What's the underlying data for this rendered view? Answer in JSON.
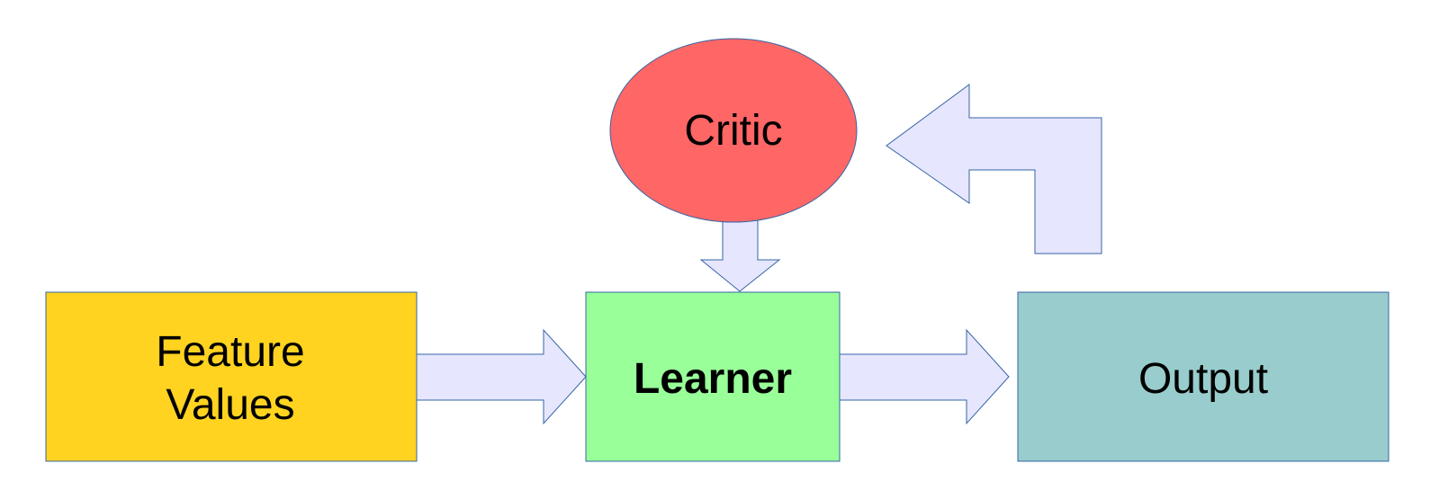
{
  "nodes": {
    "feature_values": {
      "line1": "Feature",
      "line2": "Values",
      "color": "#ffd320"
    },
    "learner": {
      "label": "Learner",
      "color": "#99ff99"
    },
    "output": {
      "label": "Output",
      "color": "#99cccc"
    },
    "critic": {
      "label": "Critic",
      "color": "#ff6666"
    }
  },
  "arrows": {
    "fill": "#e6e6ff",
    "stroke": "#3465a4",
    "edges": [
      {
        "from": "feature_values",
        "to": "learner"
      },
      {
        "from": "learner",
        "to": "output"
      },
      {
        "from": "output",
        "to": "critic"
      },
      {
        "from": "critic",
        "to": "learner"
      }
    ]
  }
}
